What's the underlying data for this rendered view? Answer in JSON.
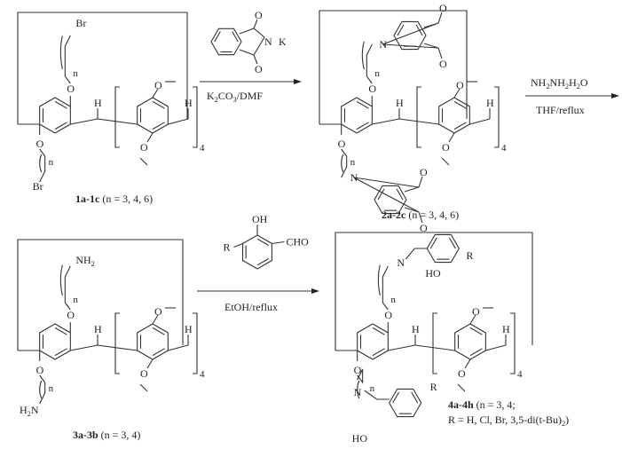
{
  "atoms": {
    "O": "O",
    "H": "H",
    "N": "N",
    "K": "K",
    "n": "n",
    "R": "R",
    "sub4": "4",
    "Br": "Br",
    "NH2": [
      "NH",
      "2"
    ],
    "H2N": [
      "H",
      "2",
      "N"
    ],
    "OH": "OH",
    "HO": "HO",
    "CHO": "CHO"
  },
  "compounds": {
    "c1": {
      "id": "1a-1c",
      "rest": " (n = 3, 4, 6)"
    },
    "c2": {
      "id": "2a-2c",
      "rest": " (n = 3, 4, 6)"
    },
    "c3": {
      "id": "3a-3b",
      "rest": " (n = 3, 4)"
    },
    "c4": {
      "id": "4a-4h",
      "rest": " (n = 3, 4;",
      "line2": [
        "R = H, Cl, Br, 3,5-di(t-Bu)",
        "2",
        ")"
      ]
    }
  },
  "reagents": {
    "step1_below": [
      "K",
      "2",
      "CO",
      "3",
      "/DMF"
    ],
    "step2_above": [
      "NH",
      "2",
      "NH",
      "2",
      "H",
      "2",
      "O"
    ],
    "step2_below": [
      "THF/reflux"
    ],
    "step3_below": [
      "EtOH/reflux"
    ]
  }
}
